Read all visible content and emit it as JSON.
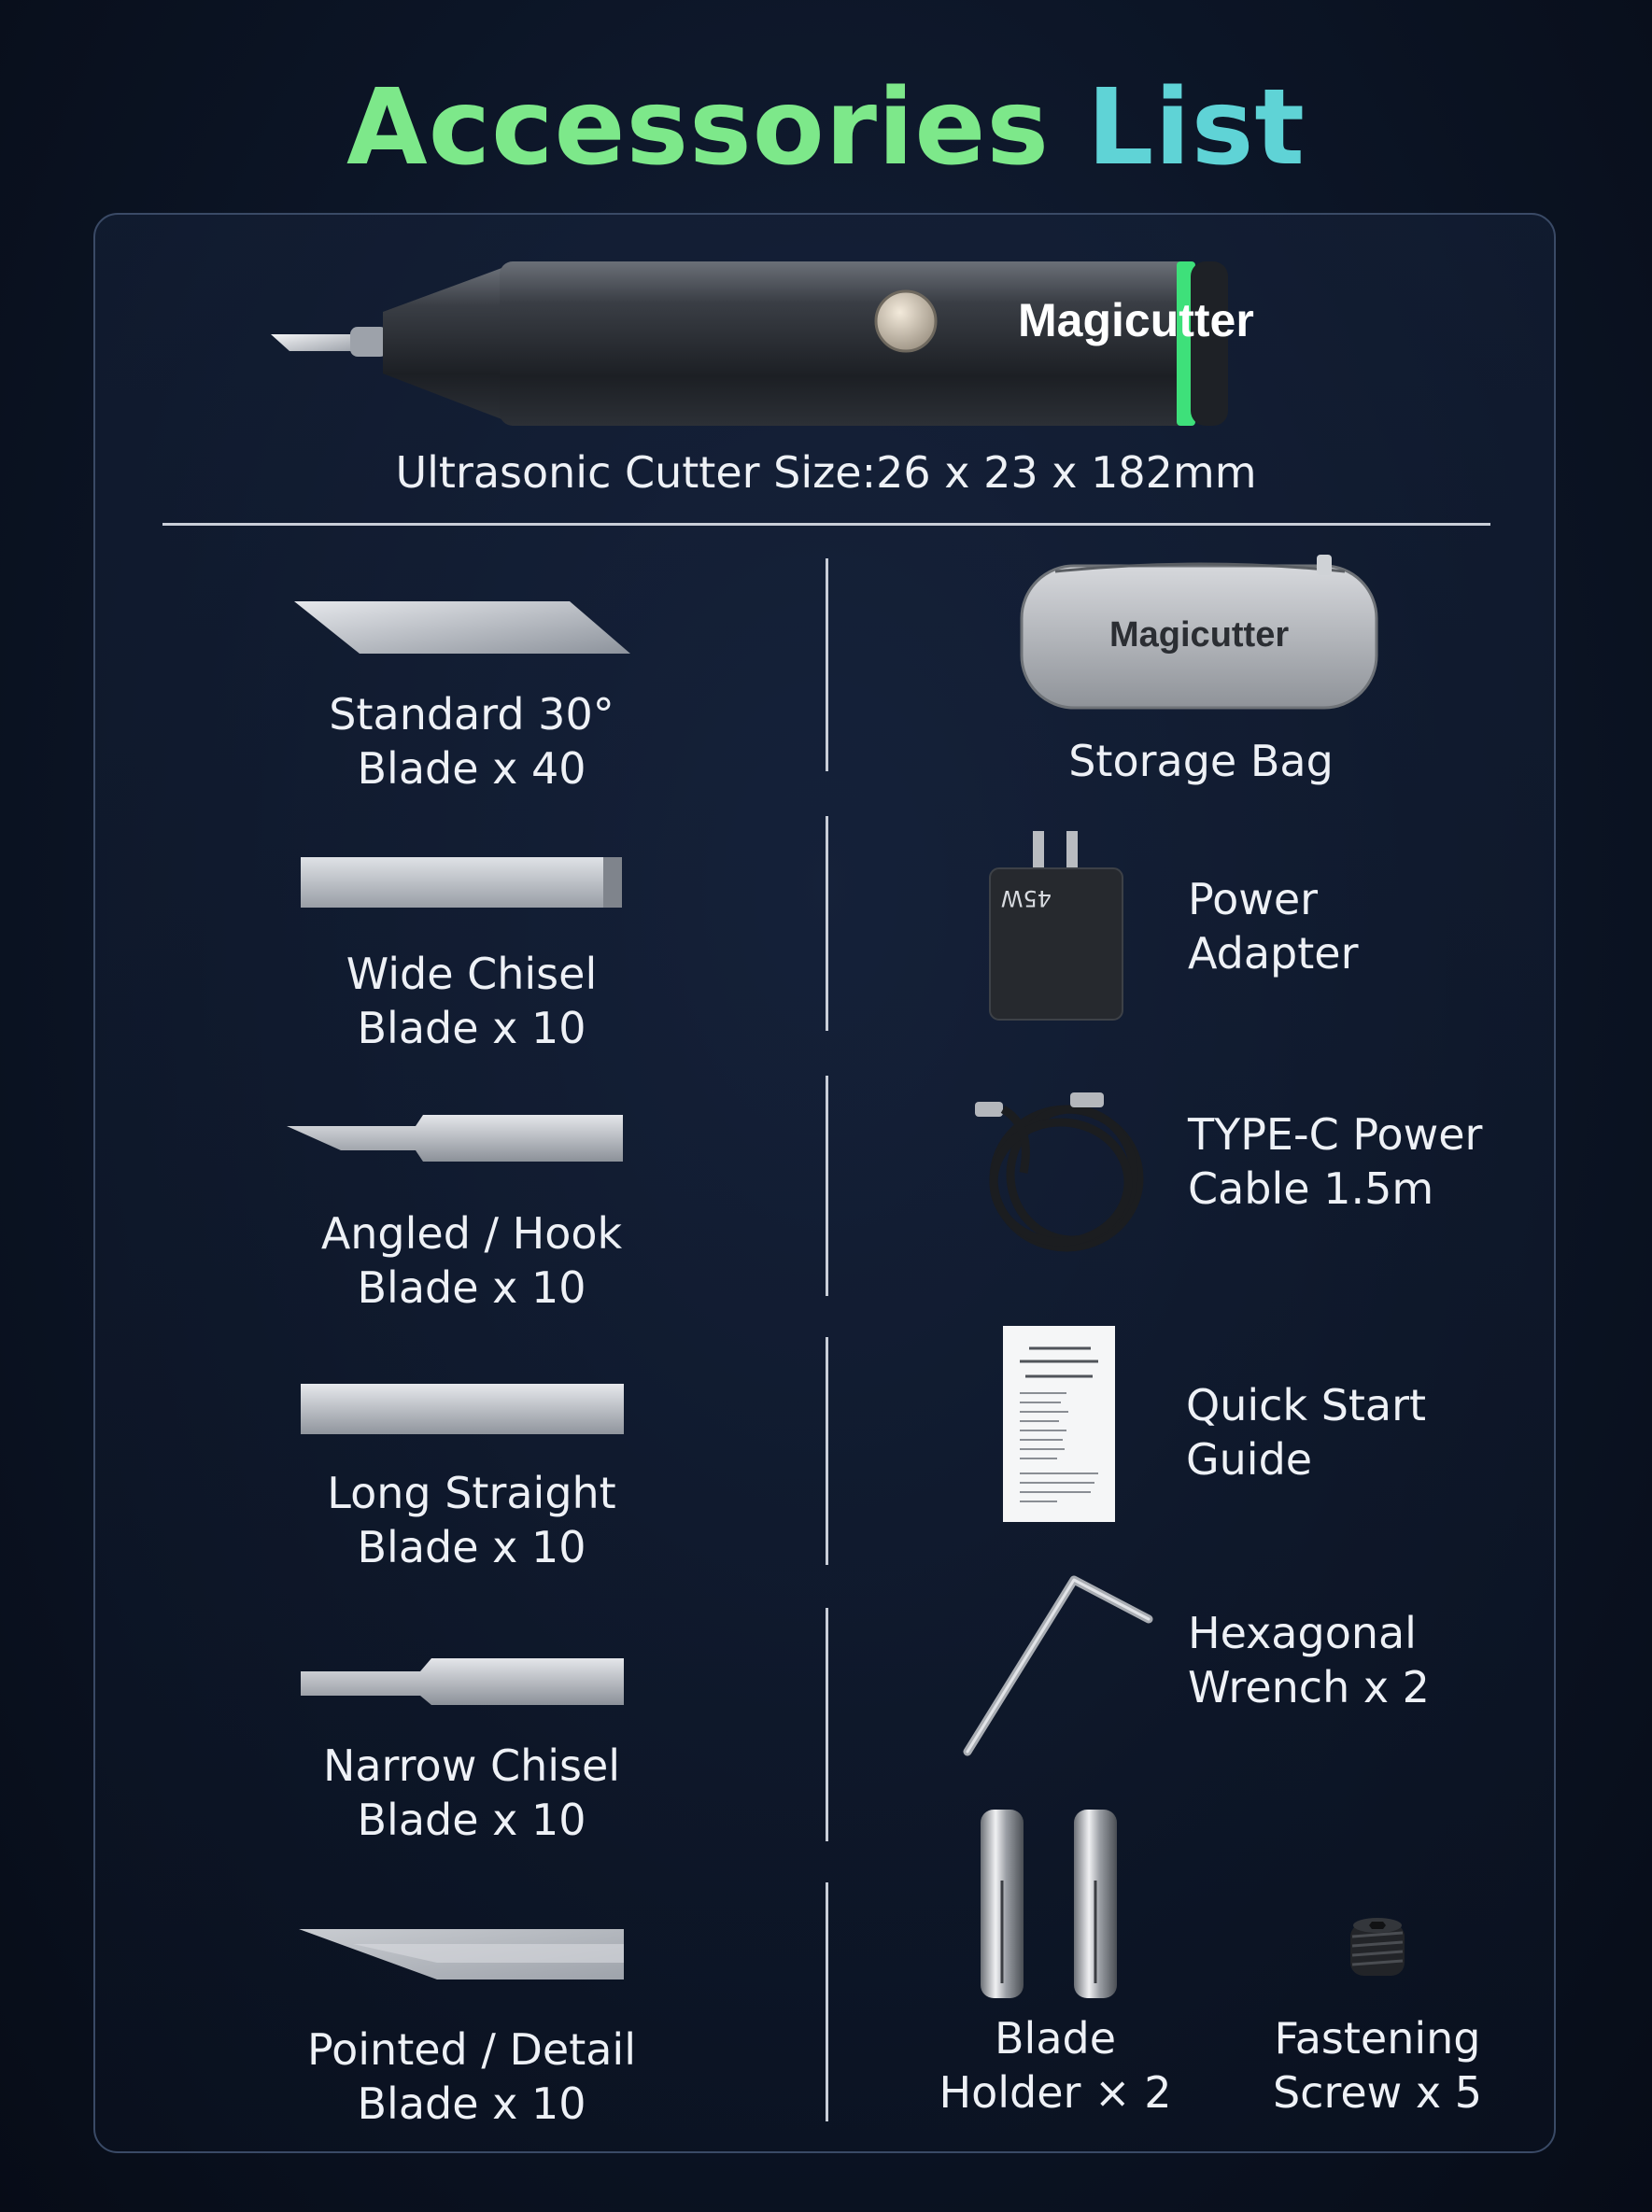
{
  "title": {
    "part1": "Accessories",
    "part2": "List"
  },
  "main_product": {
    "brand": "Magicutter",
    "caption": "Ultrasonic Cutter Size:26 x 23 x 182mm"
  },
  "blades": [
    {
      "line1": "Standard 30°",
      "line2": "Blade x 40"
    },
    {
      "line1": "Wide Chisel",
      "line2": "Blade x 10"
    },
    {
      "line1": "Angled / Hook",
      "line2": "Blade x 10"
    },
    {
      "line1": "Long Straight",
      "line2": "Blade x 10"
    },
    {
      "line1": "Narrow Chisel",
      "line2": "Blade x 10"
    },
    {
      "line1": "Pointed / Detail",
      "line2": "Blade x 10"
    }
  ],
  "accessories": {
    "storage_bag": {
      "label": "Storage Bag",
      "brand": "Magicutter"
    },
    "power_adapter": {
      "line1": "Power",
      "line2": "Adapter",
      "wattage": "45W"
    },
    "cable": {
      "line1": "TYPE-C Power",
      "line2": "Cable 1.5m"
    },
    "guide": {
      "line1": "Quick Start",
      "line2": "Guide"
    },
    "wrench": {
      "line1": "Hexagonal",
      "line2": "Wrench x 2"
    },
    "blade_holder": {
      "line1": "Blade",
      "line2": "Holder × 2"
    },
    "screw": {
      "line1": "Fastening",
      "line2": "Screw x 5"
    }
  },
  "colors": {
    "title_green": "#7de88a",
    "title_teal": "#5fd3d6",
    "accent_led": "#3ee07a",
    "background": "#0c1526"
  },
  "icons": [
    "ultrasonic-cutter-icon",
    "blade-icon",
    "storage-bag-icon",
    "power-adapter-icon",
    "usb-c-cable-icon",
    "document-icon",
    "hex-wrench-icon",
    "blade-holder-icon",
    "screw-icon"
  ]
}
